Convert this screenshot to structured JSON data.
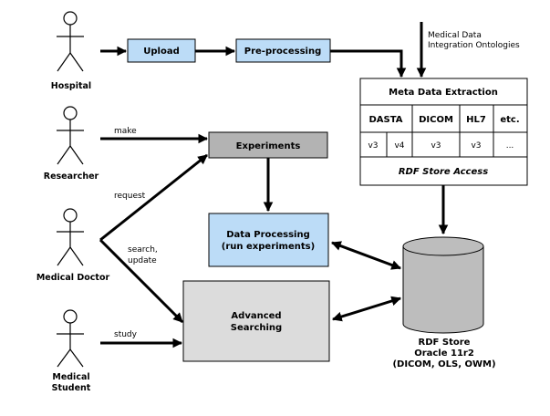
{
  "actors": {
    "hospital": "Hospital",
    "researcher": "Researcher",
    "medical_doctor": "Medical Doctor",
    "medical_student_line1": "Medical",
    "medical_student_line2": "Student"
  },
  "boxes": {
    "upload": "Upload",
    "preprocessing": "Pre-processing",
    "experiments": "Experiments",
    "data_processing_line1": "Data Processing",
    "data_processing_line2": "(run experiments)",
    "advanced_searching_line1": "Advanced",
    "advanced_searching_line2": "Searching"
  },
  "ontologies": {
    "line1": "Medical Data",
    "line2": "Integration Ontologies"
  },
  "metadata": {
    "title": "Meta Data Extraction",
    "formats": [
      "DASTA",
      "DICOM",
      "HL7",
      "etc."
    ],
    "versions": [
      "v3",
      "v4",
      "v3",
      "v3",
      "..."
    ],
    "rdf_access": "RDF Store Access"
  },
  "edge_labels": {
    "make": "make",
    "request": "request",
    "search_update_line1": "search,",
    "search_update_line2": "update",
    "study": "study"
  },
  "rdf_store": {
    "line1": "RDF Store",
    "line2": "Oracle 11r2",
    "line3": "(DICOM, OLS, OWM)"
  },
  "colors": {
    "blue_box": "#bcdcf7",
    "gray_box": "#b3b3b3",
    "light_gray_box": "#dcdcdc",
    "cylinder": "#bdbdbd"
  }
}
